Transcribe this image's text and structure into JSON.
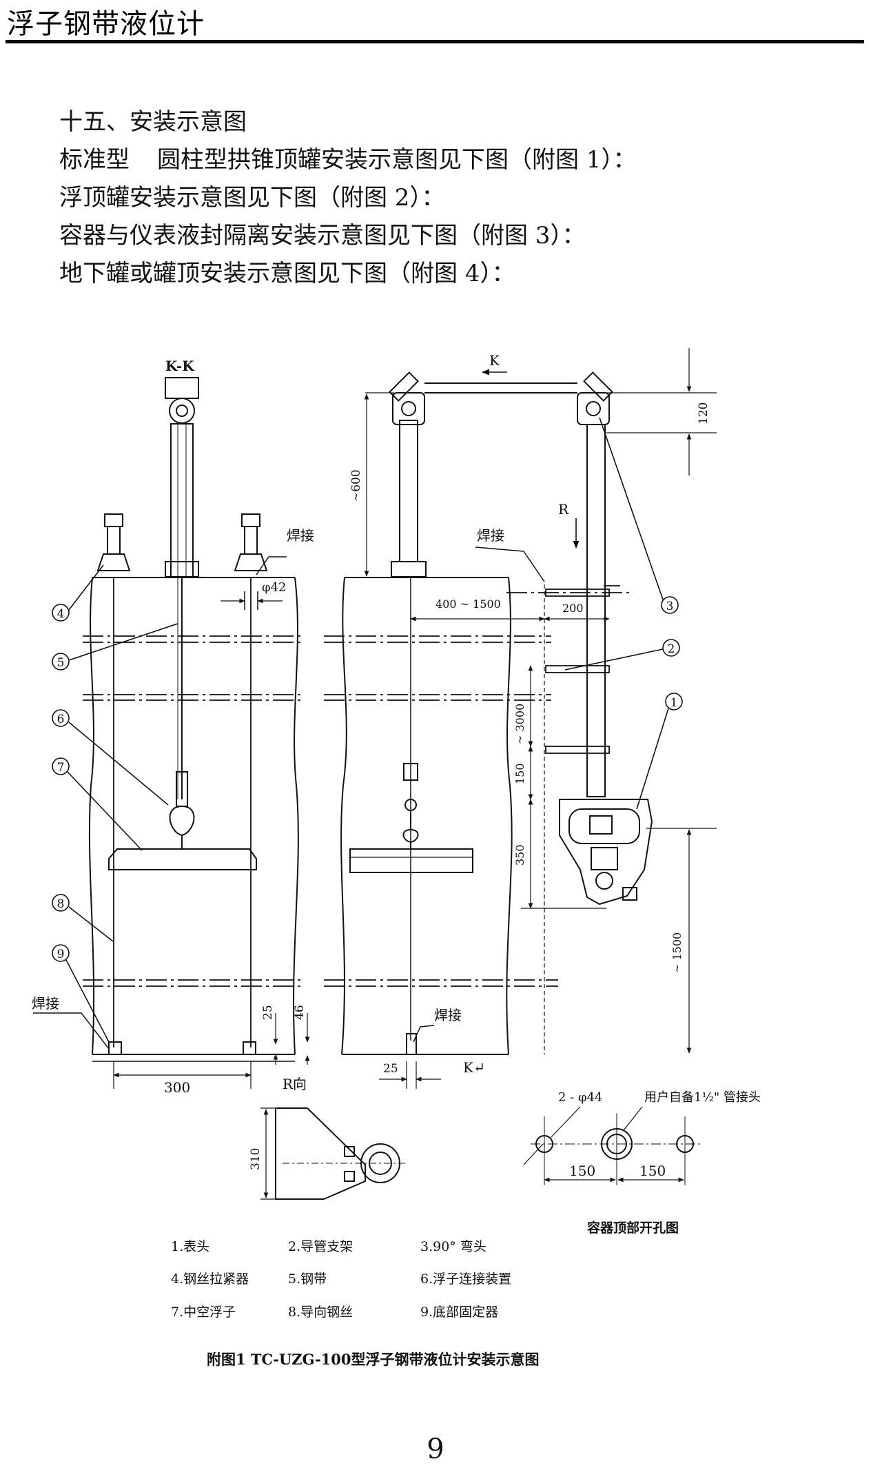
{
  "header": {
    "title": "浮子钢带液位计"
  },
  "intro": {
    "section_title": "十五、安装示意图",
    "line_standard_label": "标准型",
    "line_standard_text": "圆柱型拱锥顶罐安装示意图见下图（附图 1）：",
    "line_floating": "浮顶罐安装示意图见下图（附图 2）：",
    "line_sealed": "容器与仪表液封隔离安装示意图见下图（附图 3）：",
    "line_underground": "地下罐或罐顶安装示意图见下图（附图 4）："
  },
  "diagram": {
    "view_kk": "K-K",
    "arrow_k_top": "K",
    "arrow_k_bottom": "K↵",
    "arrow_r": "R",
    "r_view": "R向",
    "weld": "焊接",
    "dim_phi42": "φ42",
    "dim_600": "~600",
    "dim_120": "120",
    "dim_400_1500": "400 ~ 1500",
    "dim_200": "200",
    "dim_3000": "~ 3000",
    "dim_150": "150",
    "dim_350": "350",
    "dim_1500": "~ 1500",
    "dim_25": "25",
    "dim_46": "46",
    "dim_300": "300",
    "dim_310": "310",
    "dim_holes": "2 - φ44",
    "user_pipe": "用户自备1½\" 管接头",
    "hole_150_a": "150",
    "hole_150_b": "150",
    "top_hole_caption": "容器顶部开孔图",
    "markers": [
      "1",
      "2",
      "3",
      "4",
      "5",
      "6",
      "7",
      "8",
      "9"
    ],
    "legend": [
      "1.表头",
      "2.导管支架",
      "3.90° 弯头",
      "4.钢丝拉紧器",
      "5.钢带",
      "6.浮子连接装置",
      "7.中空浮子",
      "8.导向钢丝",
      "9.底部固定器"
    ],
    "caption": "附图1 TC-UZG-100型浮子钢带液位计安装示意图"
  },
  "page": {
    "number": "9"
  }
}
